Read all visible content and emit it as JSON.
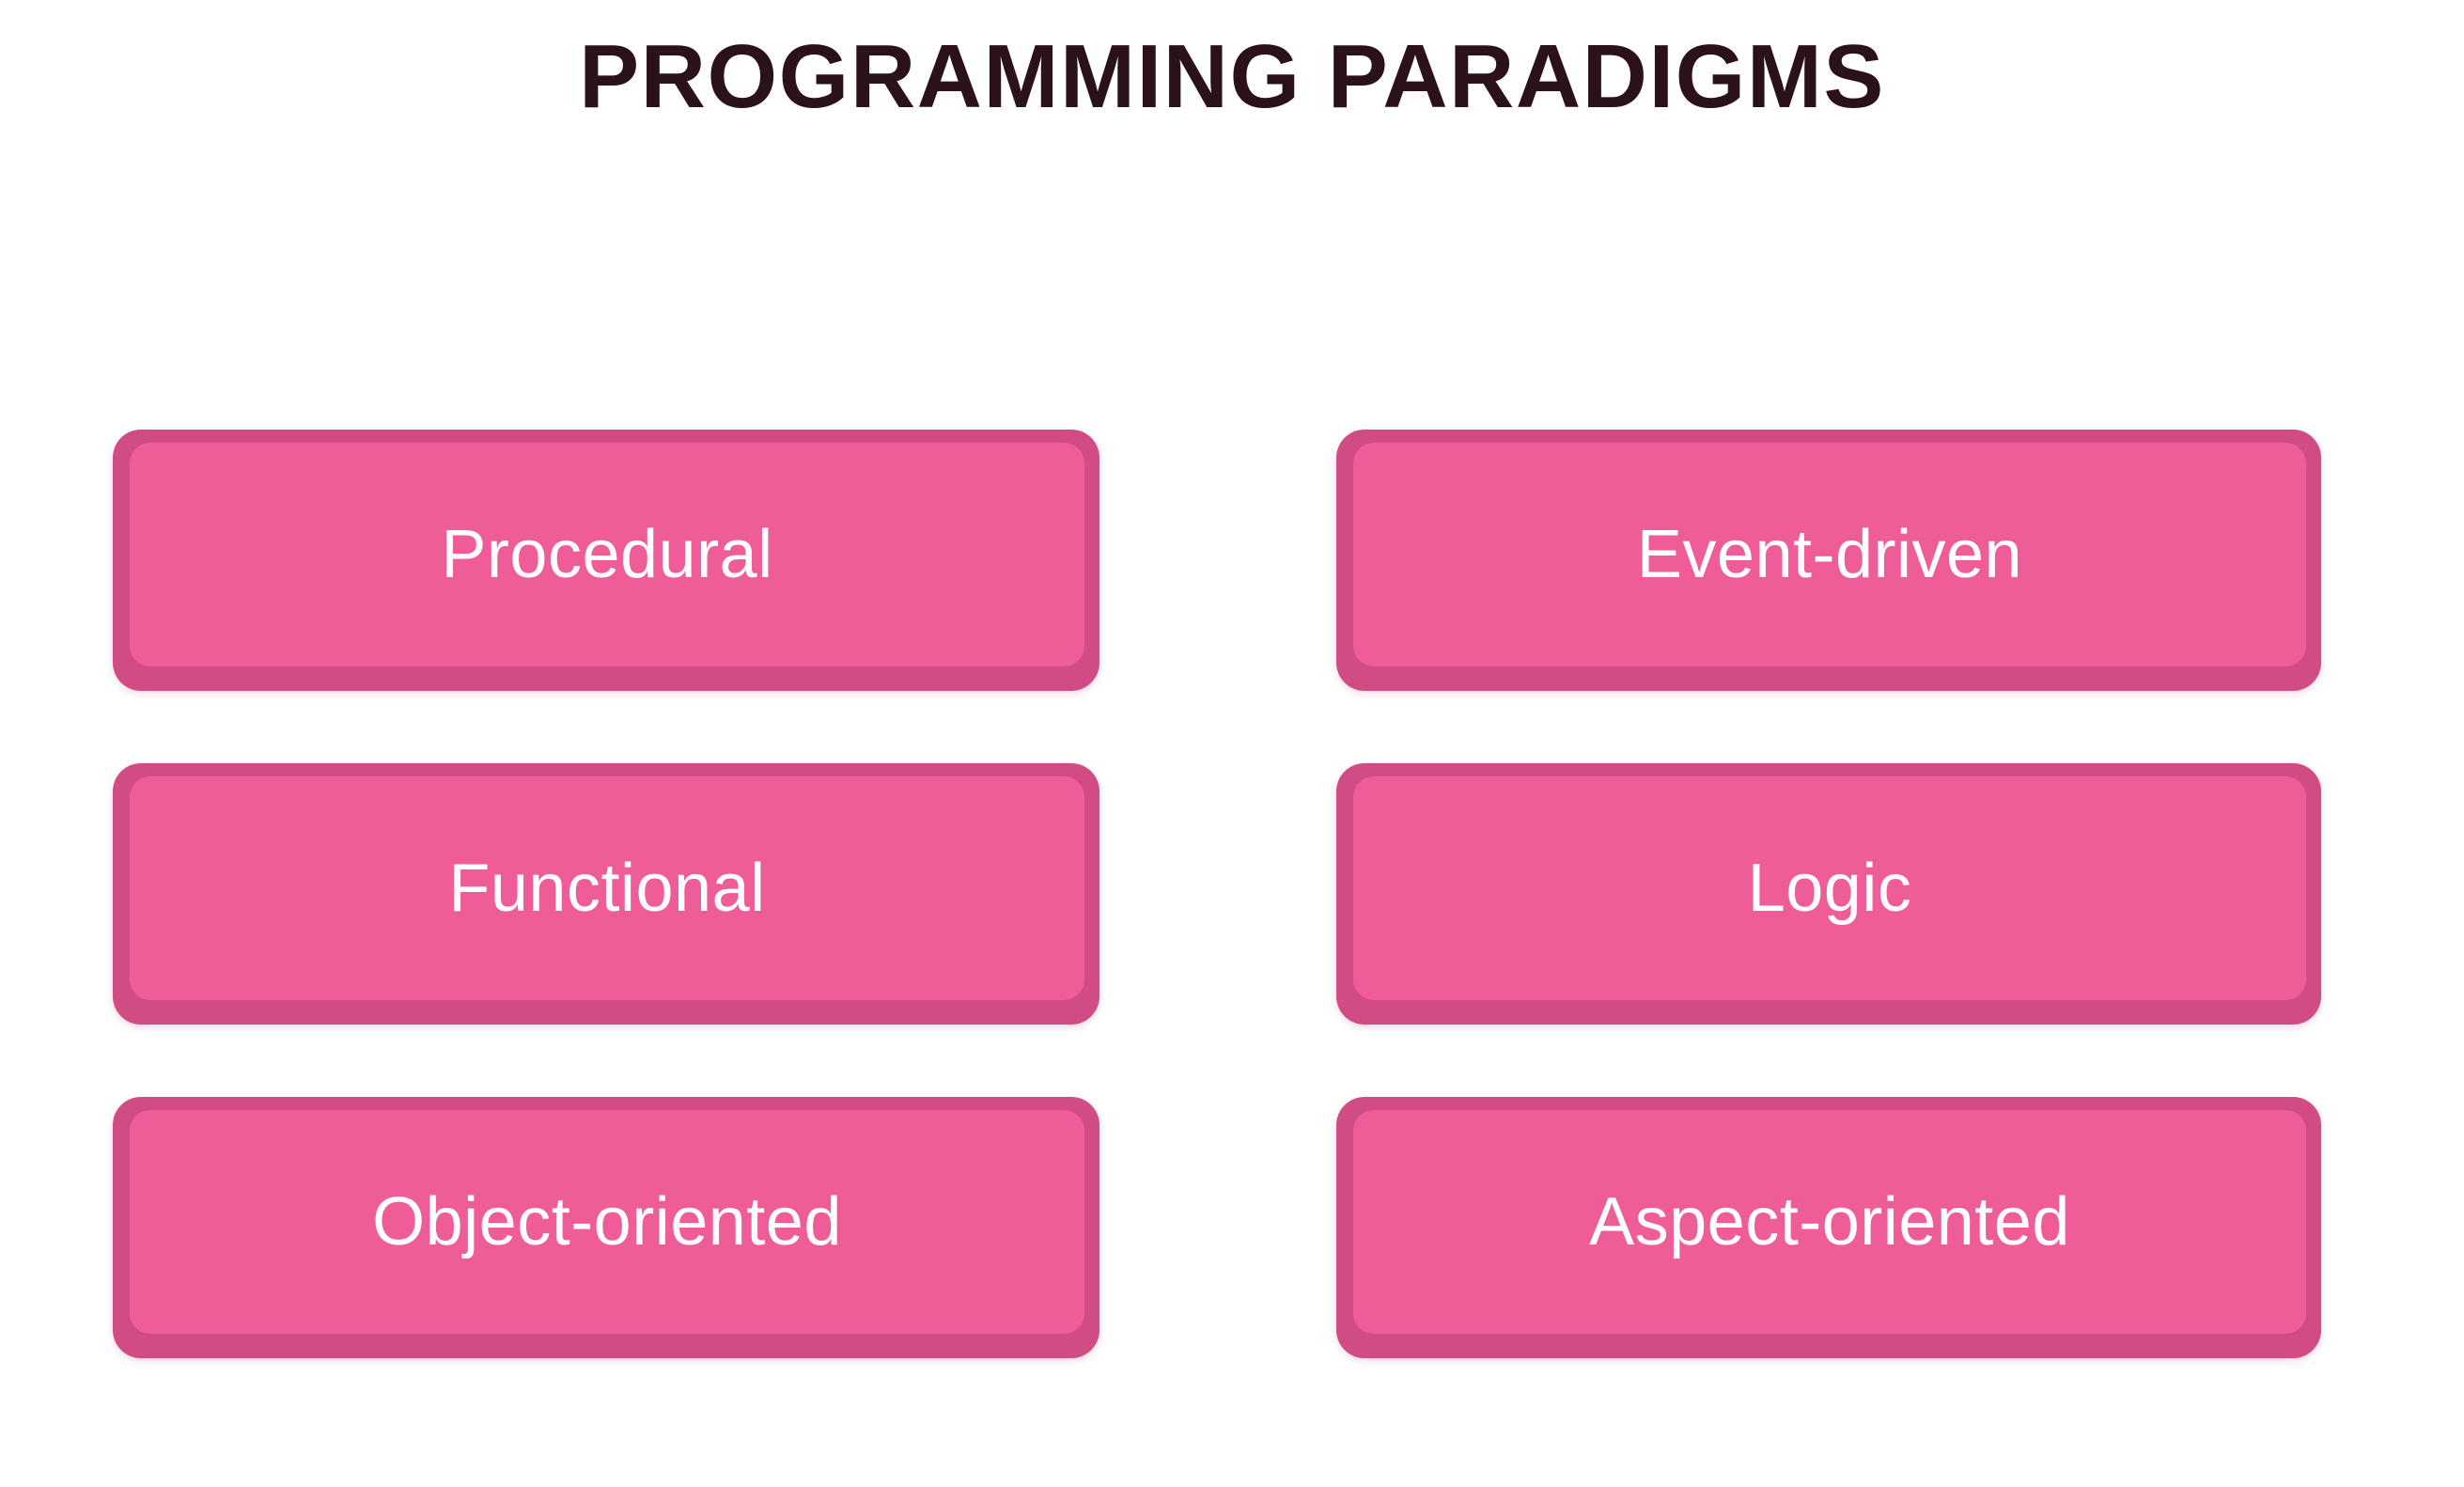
{
  "page": {
    "title": "PROGRAMMING PARADIGMS",
    "background_color": "#ffffff",
    "title_color": "#2b1119"
  },
  "theme": {
    "card_fill": "#ee5d98",
    "card_rim": "#d14c85",
    "card_label_color": "#ffffff"
  },
  "diagram": {
    "type": "grid-of-labeled-boxes",
    "columns": 2,
    "rows": 3,
    "columns_data": [
      {
        "name": "left-column",
        "cards": [
          {
            "label": "Procedural"
          },
          {
            "label": "Functional"
          },
          {
            "label": "Object-oriented"
          }
        ]
      },
      {
        "name": "right-column",
        "cards": [
          {
            "label": "Event-driven"
          },
          {
            "label": "Logic"
          },
          {
            "label": "Aspect-oriented"
          }
        ]
      }
    ]
  }
}
